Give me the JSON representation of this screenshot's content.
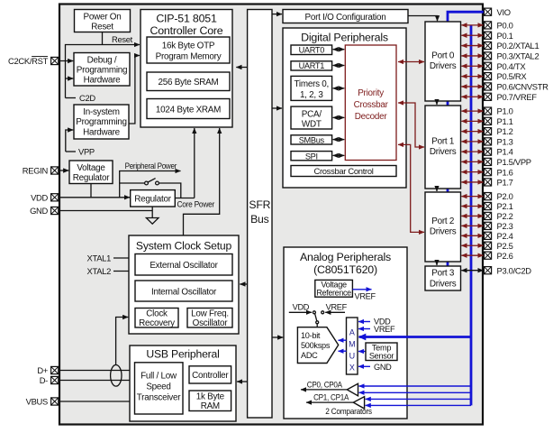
{
  "core": {
    "title1": "CIP-51 8051",
    "title2": "Controller Core",
    "otp1": "16k Byte OTP",
    "otp2": "Program Memory",
    "sram": "256 Byte SRAM",
    "xram": "1024 Byte XRAM"
  },
  "reset": {
    "por1": "Power On",
    "por2": "Reset",
    "reset_label": "Reset",
    "debug1": "Debug /",
    "debug2": "Programming",
    "debug3": "Hardware",
    "c2d": "C2D",
    "insys1": "In-system",
    "insys2": "Programming",
    "insys3": "Hardware",
    "vpp": "VPP"
  },
  "power": {
    "vreg1": "Voltage",
    "vreg2": "Regulator",
    "regulator": "Regulator",
    "peripheral_power": "Peripheral Power",
    "core_power": "Core Power"
  },
  "clock": {
    "title": "System Clock Setup",
    "ext": "External Oscillator",
    "int": "Internal Oscillator",
    "rec1": "Clock",
    "rec2": "Recovery",
    "lfo1": "Low Freq.",
    "lfo2": "Oscillator",
    "xtal1": "XTAL1",
    "xtal2": "XTAL2"
  },
  "usb": {
    "title": "USB Peripheral",
    "xcvr1": "Full / Low",
    "xcvr2": "Speed",
    "xcvr3": "Transceiver",
    "controller": "Controller",
    "ram1": "1k Byte",
    "ram2": "RAM"
  },
  "sfr": {
    "line1": "SFR",
    "line2": "Bus"
  },
  "portio": {
    "title": "Port I/O Configuration"
  },
  "digital": {
    "title": "Digital Peripherals",
    "uart0": "UART0",
    "uart1": "UART1",
    "timers1": "Timers 0,",
    "timers2": "1, 2, 3",
    "pca1": "PCA/",
    "pca2": "WDT",
    "smbus": "SMBus",
    "spi": "SPI",
    "crossbar1": "Priority",
    "crossbar2": "Crossbar",
    "crossbar3": "Decoder",
    "control": "Crossbar Control"
  },
  "ports": {
    "p0a": "Port 0",
    "p0b": "Drivers",
    "p1a": "Port 1",
    "p1b": "Drivers",
    "p2a": "Port 2",
    "p2b": "Drivers",
    "p3a": "Port 3",
    "p3b": "Drivers"
  },
  "analog": {
    "title1": "Analog Peripherals",
    "title2": "(C8051T620)",
    "volref1": "Voltage",
    "volref2": "Reference",
    "vref_out": "VREF",
    "vdd_sw": "VDD",
    "vref_sw": "VREF",
    "adc1": "10-bit",
    "adc2": "500ksps",
    "adc3": "ADC",
    "amux1": "A",
    "amux2": "M",
    "amux3": "U",
    "amux4": "X",
    "vdd_in": "VDD",
    "vref_in": "VREF",
    "temp1": "Temp",
    "temp2": "Sensor",
    "gnd_in": "GND",
    "cp0": "CP0, CP0A",
    "cp1": "CP1, CP1A",
    "comparators": "2 Comparators"
  },
  "pins": {
    "left": [
      {
        "text": "C2CK/",
        "overline": "RST"
      },
      {
        "text": "REGIN"
      },
      {
        "text": "VDD"
      },
      {
        "text": "GND"
      },
      {
        "text": "D+"
      },
      {
        "text": "D-"
      },
      {
        "text": "VBUS"
      }
    ],
    "right": [
      "VIO",
      "P0.0",
      "P0.1",
      "P0.2/XTAL1",
      "P0.3/XTAL2",
      "P0.4/TX",
      "P0.5/RX",
      "P0.6/CNVSTR",
      "P0.7/VREF",
      "P1.0",
      "P1.1",
      "P1.2",
      "P1.3",
      "P1.4",
      "P1.5/VPP",
      "P1.6",
      "P1.7",
      "P2.0",
      "P2.1",
      "P2.2",
      "P2.3",
      "P2.4",
      "P2.5",
      "P2.6",
      "P3.0/C2D"
    ]
  },
  "colors": {
    "maroon": "#7d1b1b",
    "blue": "#1313d6",
    "chip_fill": "#e8e8e7"
  }
}
